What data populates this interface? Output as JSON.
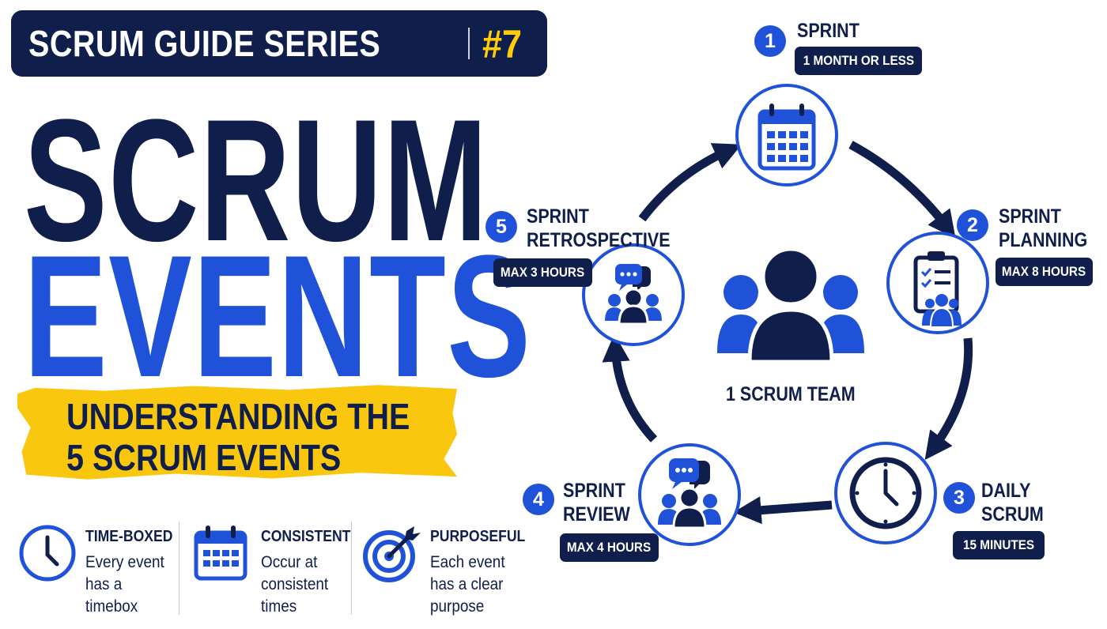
{
  "banner": {
    "series": "SCRUM GUIDE SERIES",
    "number": "#7"
  },
  "title": {
    "line1": "SCRUM",
    "line2": "EVENTS"
  },
  "subtitle": {
    "line1": "UNDERSTANDING THE",
    "line2": "5 SCRUM EVENTS"
  },
  "features": [
    {
      "title": "TIME-BOXED",
      "lines": [
        "Every event",
        "has a",
        "timebox"
      ],
      "icon": "clock-icon"
    },
    {
      "title": "CONSISTENT",
      "lines": [
        "Occur at",
        "consistent",
        "times"
      ],
      "icon": "calendar-icon"
    },
    {
      "title": "PURPOSEFUL",
      "lines": [
        "Each event",
        "has a clear",
        "purpose"
      ],
      "icon": "target-icon"
    }
  ],
  "cycle": {
    "center_label": "1 SCRUM TEAM",
    "steps": [
      {
        "number": "1",
        "name_lines": [
          "SPRINT"
        ],
        "timebox": "1 MONTH OR LESS",
        "icon": "calendar-icon"
      },
      {
        "number": "2",
        "name_lines": [
          "SPRINT",
          "PLANNING"
        ],
        "timebox": "MAX 8 HOURS",
        "icon": "clipboard-team-icon"
      },
      {
        "number": "3",
        "name_lines": [
          "DAILY",
          "SCRUM"
        ],
        "timebox": "15 MINUTES",
        "icon": "clock-icon"
      },
      {
        "number": "4",
        "name_lines": [
          "SPRINT",
          "REVIEW"
        ],
        "timebox": "MAX 4 HOURS",
        "icon": "team-chat-icon"
      },
      {
        "number": "5",
        "name_lines": [
          "SPRINT",
          "RETROSPECTIVE"
        ],
        "timebox": "MAX 3 HOURS",
        "icon": "team-discussion-icon"
      }
    ]
  },
  "colors": {
    "navy": "#0f1e4a",
    "blue": "#1f52d9",
    "yellow": "#f9c80e",
    "accent_yellow": "#ffcc0a"
  }
}
